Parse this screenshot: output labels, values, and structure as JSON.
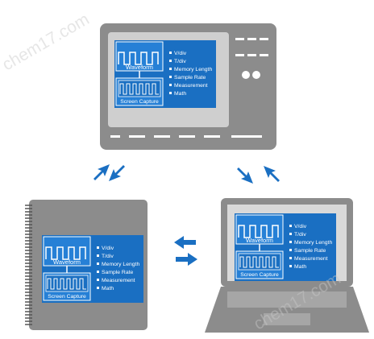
{
  "panel": {
    "waveform_label": "Waveform",
    "capture_label": "Screen Capture",
    "items": [
      "V/div",
      "T/div",
      "Memory Length",
      "Sample Rate",
      "Measurement",
      "Math"
    ]
  },
  "watermark": "chem17.com",
  "colors": {
    "device_gray": "#8c8c8c",
    "screen_gray": "#cfcfcf",
    "laptop_screen": "#d9d9d9",
    "panel_blue": "#1a6fc2",
    "arrow_blue": "#1a6fc2",
    "white": "#ffffff"
  },
  "icons": {
    "oscilloscope": "oscilloscope-icon",
    "notebook": "notebook-icon",
    "laptop": "laptop-icon",
    "arrow": "double-arrow-icon"
  }
}
